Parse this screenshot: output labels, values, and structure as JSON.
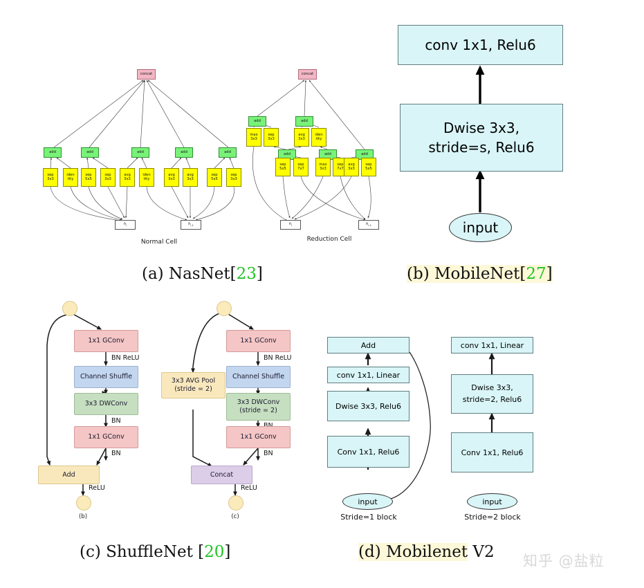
{
  "figure": {
    "watermark": "知乎 @盐粒"
  },
  "captions": {
    "a": {
      "prefix": "(a) NasNet[",
      "ref": "23",
      "suffix": "]"
    },
    "b": {
      "prefix": "(b) MobileNet[",
      "ref": "27",
      "suffix": "]"
    },
    "c": {
      "prefix": "(c) ShuffleNet [",
      "ref": "20",
      "suffix": "]"
    },
    "d": {
      "prefix": "(d) Mobilenet V2",
      "ref": "",
      "suffix": ""
    }
  },
  "nasnet": {
    "normal_cell": {
      "title": "Normal Cell",
      "concat": "concat",
      "add": "add",
      "adds": [
        "add",
        "add",
        "add",
        "add",
        "add"
      ],
      "ops": [
        {
          "line1": "sep",
          "line2": "3x3"
        },
        {
          "line1": "iden",
          "line2": "tity"
        },
        {
          "line1": "sep",
          "line2": "5x5"
        },
        {
          "line1": "sep",
          "line2": "3x3"
        },
        {
          "line1": "avg",
          "line2": "3x3"
        },
        {
          "line1": "iden",
          "line2": "tity"
        },
        {
          "line1": "avg",
          "line2": "3x3"
        },
        {
          "line1": "avg",
          "line2": "3x3"
        },
        {
          "line1": "sep",
          "line2": "5x5"
        },
        {
          "line1": "sep",
          "line2": "3x3"
        }
      ],
      "inputs": [
        {
          "base": "h",
          "sub": "i"
        },
        {
          "base": "h",
          "sub": "i-1"
        }
      ]
    },
    "reduction_cell": {
      "title": "Reduction Cell",
      "concat": "concat",
      "adds_upper": [
        "add",
        "add"
      ],
      "adds_lower": [
        "add",
        "add",
        "add"
      ],
      "ops_upper": [
        {
          "line1": "max",
          "line2": "3x3"
        },
        {
          "line1": "sep",
          "line2": "3x3"
        },
        {
          "line1": "avg",
          "line2": "3x3"
        },
        {
          "line1": "iden",
          "line2": "tity"
        }
      ],
      "ops_lower": [
        {
          "line1": "sep",
          "line2": "5x5"
        },
        {
          "line1": "sep",
          "line2": "7x7"
        },
        {
          "line1": "max",
          "line2": "3x3"
        },
        {
          "line1": "sep",
          "line2": "7x7"
        },
        {
          "line1": "avg",
          "line2": "3x3"
        },
        {
          "line1": "sep",
          "line2": "5x5"
        }
      ],
      "inputs": [
        {
          "base": "h",
          "sub": "i"
        },
        {
          "base": "h",
          "sub": "i-1"
        }
      ]
    }
  },
  "mobilenet": {
    "top_box": "conv 1x1, Relu6",
    "mid_box": "Dwise 3x3,\nstride=s, Relu6",
    "input": "input"
  },
  "shufflenet": {
    "block_b": {
      "sublabel": "(b)",
      "boxes": [
        {
          "text": "1x1 GConv"
        },
        {
          "text": "Channel Shuffle"
        },
        {
          "text": "3x3 DWConv"
        },
        {
          "text": "1x1 GConv"
        },
        {
          "text": "Add"
        }
      ],
      "edge_labels": [
        "BN ReLU",
        "BN",
        "BN",
        "ReLU"
      ]
    },
    "block_c": {
      "sublabel": "(c)",
      "boxes": [
        {
          "text": "1x1 GConv"
        },
        {
          "text": "Channel Shuffle"
        },
        {
          "line1": "3x3 DWConv",
          "line2": "(stride = 2)"
        },
        {
          "text": "1x1 GConv"
        },
        {
          "text": "Concat"
        },
        {
          "line1": "3x3 AVG Pool",
          "line2": "(stride = 2)"
        }
      ],
      "edge_labels": [
        "BN ReLU",
        "BN",
        "BN",
        "ReLU"
      ]
    }
  },
  "mobilenetv2": {
    "stride1": {
      "label": "Stride=1 block",
      "boxes": [
        "Add",
        "conv 1x1, Linear",
        "Dwise 3x3, Relu6",
        "Conv 1x1, Relu6"
      ],
      "input": "input"
    },
    "stride2": {
      "label": "Stride=2 block",
      "boxes": [
        "conv 1x1, Linear",
        "Dwise 3x3,\nstride=2, Relu6",
        "Conv 1x1, Relu6"
      ],
      "input": "input"
    }
  },
  "colors": {
    "op_yellow": "#ffff00",
    "add_green": "#79f279",
    "concat_pink": "#f2b6c4",
    "flow_cyan": "#d9f5f7",
    "shuffle_pink": "#f4c6c6",
    "shuffle_blue": "#c3d6ef",
    "shuffle_green": "#c6dfc0",
    "shuffle_yellow": "#fae8bd",
    "shuffle_purple": "#dccde9",
    "ref_green": "#22c425",
    "highlight": "#fdf8d8"
  }
}
